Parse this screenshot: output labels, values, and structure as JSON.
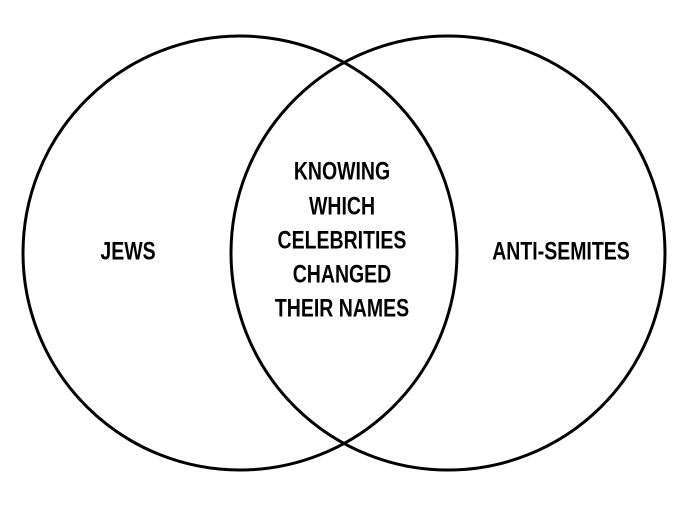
{
  "diagram": {
    "type": "venn",
    "left_set": {
      "label": "JEWS"
    },
    "right_set": {
      "label": "ANTI-SEMITES"
    },
    "intersection": {
      "lines": [
        "KNOWING",
        "WHICH",
        "CELEBRITIES",
        "CHANGED",
        "THEIR NAMES"
      ]
    }
  },
  "colors": {
    "background": "#ffffff",
    "stroke": "#000000",
    "text": "#000000"
  }
}
